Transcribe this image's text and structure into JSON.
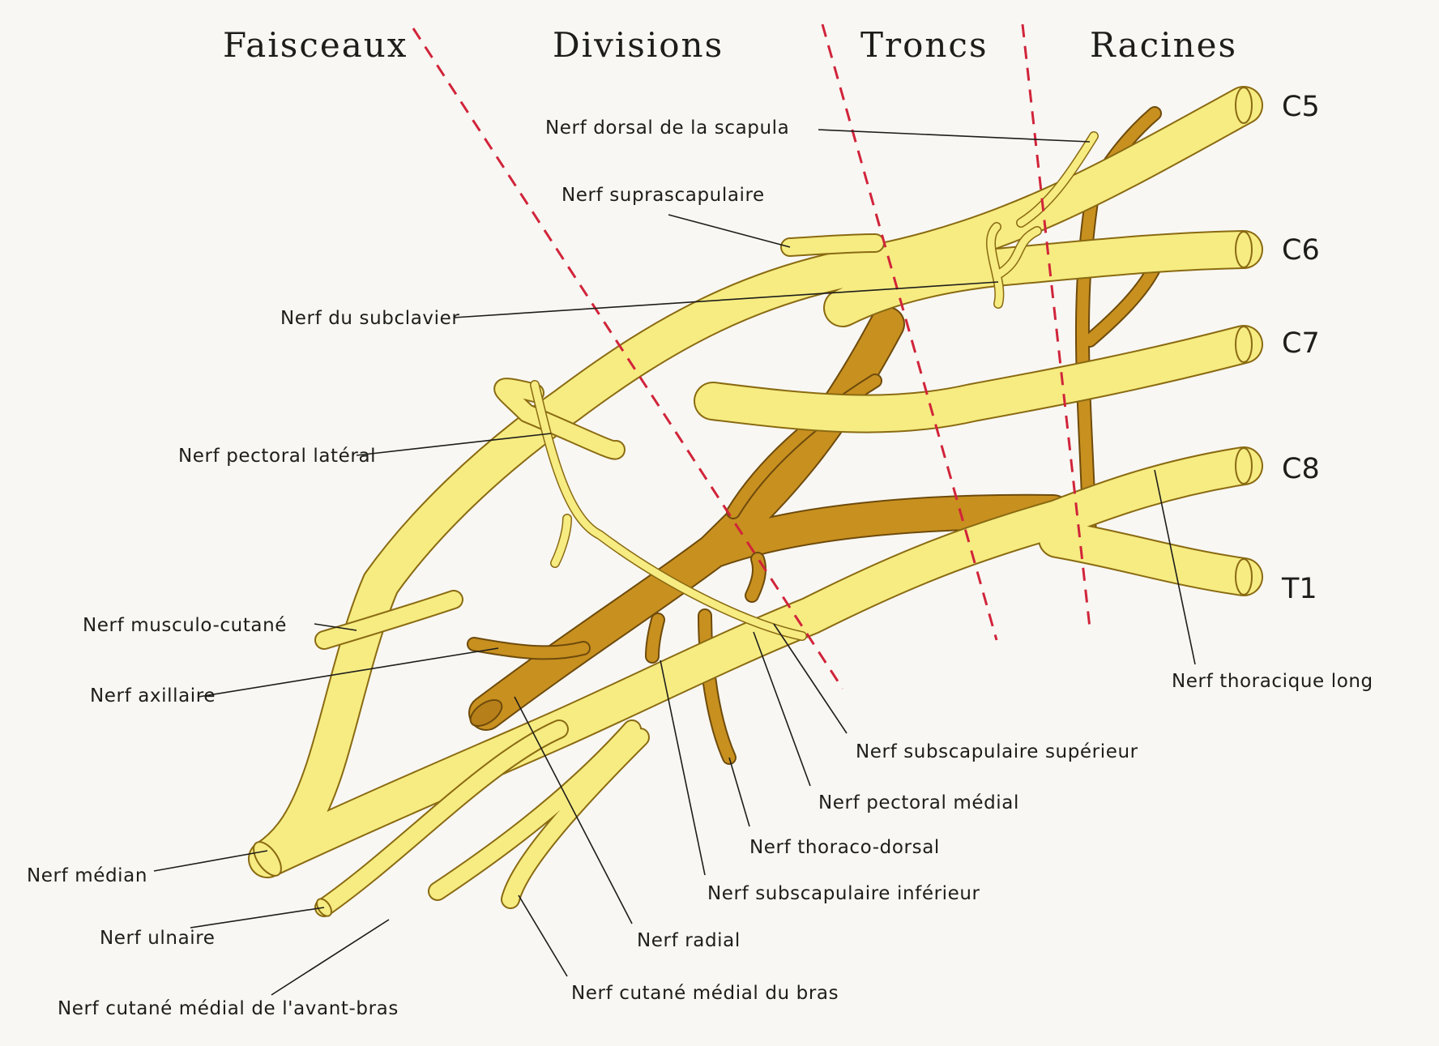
{
  "headers": {
    "faisceaux": "Faisceaux",
    "divisions": "Divisions",
    "troncs": "Troncs",
    "racines": "Racines"
  },
  "roots": {
    "c5": "C5",
    "c6": "C6",
    "c7": "C7",
    "c8": "C8",
    "t1": "T1"
  },
  "labels": {
    "dorsal_scapula": "Nerf dorsal de la scapula",
    "suprascapulaire": "Nerf suprascapulaire",
    "subclavier": "Nerf du subclavier",
    "pectoral_lateral": "Nerf pectoral latéral",
    "musculo_cutane": "Nerf musculo-cutané",
    "axillaire": "Nerf axillaire",
    "median": "Nerf médian",
    "ulnaire": "Nerf ulnaire",
    "cutane_avant_bras": "Nerf cutané médial de l'avant-bras",
    "cutane_bras": "Nerf cutané médial du bras",
    "radial": "Nerf radial",
    "subscap_inferieur": "Nerf subscapulaire inférieur",
    "thoraco_dorsal": "Nerf thoraco-dorsal",
    "pectoral_medial": "Nerf pectoral médial",
    "subscap_superieur": "Nerf subscapulaire supérieur",
    "thoracique_long": "Nerf thoracique long"
  },
  "colors": {
    "nerve_yellow": "#f6ec82",
    "nerve_outline": "#8a6a12",
    "posterior_cord": "#c8901f",
    "division_lines": "#d1243a",
    "text": "#1d1d1b",
    "background": "#f8f7f3"
  }
}
